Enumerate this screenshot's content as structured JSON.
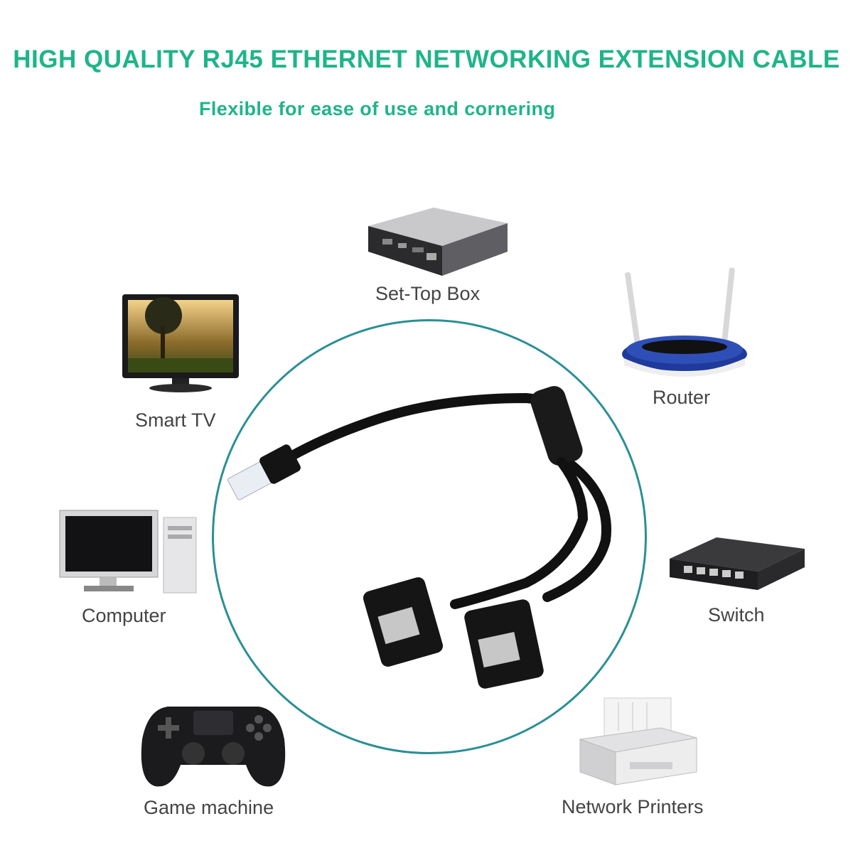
{
  "header": {
    "title": "HIGH QUALITY RJ45 ETHERNET NETWORKING EXTENSION CABLE",
    "subtitle": "Flexible for ease of use and cornering"
  },
  "devices": {
    "set_top_box": "Set-Top Box",
    "smart_tv": "Smart TV",
    "router": "Router",
    "computer": "Computer",
    "switch": "Switch",
    "game_machine": "Game machine",
    "network_printers": "Network Printers"
  },
  "colors": {
    "accent": "#1fb48a",
    "ring": "#2a8f96",
    "label": "#444444"
  }
}
